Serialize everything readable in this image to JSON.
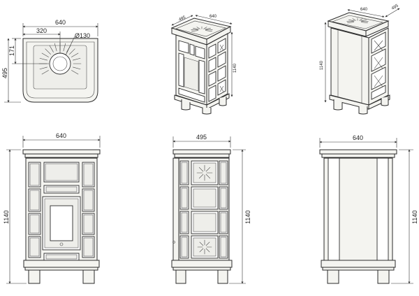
{
  "top_view": {
    "width": "640",
    "offset": "320",
    "diameter": "Ø130",
    "vertical_offset": "171",
    "depth": "495"
  },
  "iso_front": {
    "width": "640",
    "depth": "495",
    "height": "1140"
  },
  "iso_back": {
    "width": "640",
    "depth": "495",
    "height": "1140"
  },
  "front_view": {
    "width": "640",
    "height": "1140"
  },
  "side_view": {
    "width": "495",
    "height": "1140"
  },
  "back_view": {
    "width": "640",
    "height": "1140"
  }
}
